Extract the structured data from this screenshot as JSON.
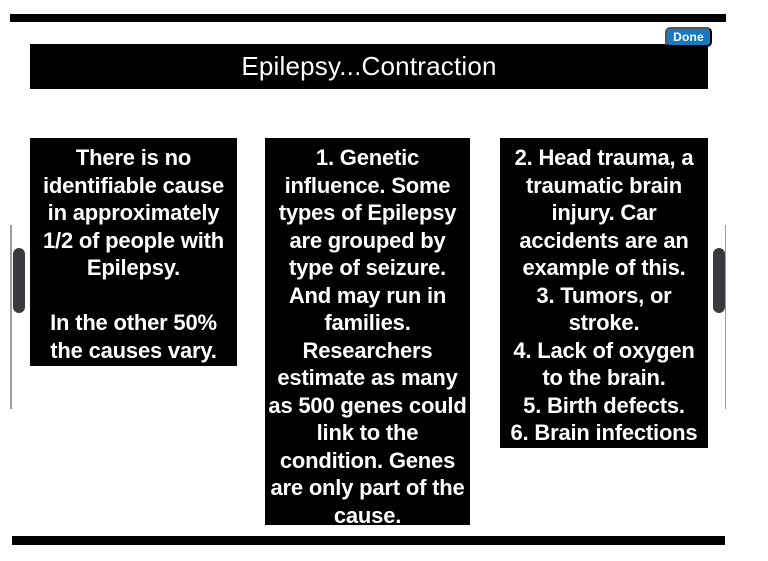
{
  "header": {
    "done_button": "Done",
    "title": "Epilepsy...Contraction"
  },
  "slide": {
    "boxes": [
      {
        "name": "no-identifiable-cause",
        "lines": [
          "There is no",
          "identifiable cause",
          "in approximately",
          "1/2 of people with",
          "Epilepsy.",
          "",
          "In the other 50%",
          "the causes vary."
        ]
      },
      {
        "name": "genetic-influence",
        "lines": [
          "1. Genetic",
          "influence. Some",
          "types of Epilepsy",
          "are grouped by",
          "type of seizure.",
          "And may run in",
          "families.",
          "Researchers",
          "estimate as many",
          "as 500 genes could",
          "link to the",
          "condition. Genes",
          "are only part of the",
          "cause."
        ]
      },
      {
        "name": "other-causes-list",
        "lines": [
          "2. Head trauma, a",
          "traumatic brain",
          "injury. Car",
          "accidents are an",
          "example of this.",
          "3. Tumors, or",
          "stroke.",
          "4. Lack of oxygen",
          "to the brain.",
          "5. Birth defects.",
          "6. Brain infections"
        ]
      }
    ]
  },
  "colors": {
    "accent_blue": "#1a7ac0",
    "box_background": "#000000",
    "box_text": "#ffffff",
    "handle_gray": "#3a3a3c"
  }
}
